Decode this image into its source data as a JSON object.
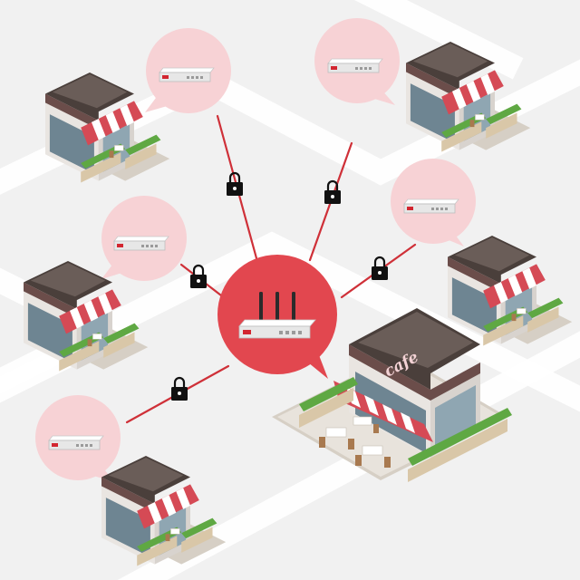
{
  "sign_text": "cafe",
  "colors": {
    "link_line": "#cf3038",
    "hub_bubble": "#e2474f",
    "remote_bubble": "#f7d2d5",
    "awning_red": "#d54a55",
    "lock": "#111111"
  },
  "icons": {
    "secure_link": "padlock-icon",
    "device": "firewall-appliance-icon",
    "site": "cafe-storefront-icon"
  },
  "counts": {
    "remote_sites": 5,
    "secure_links": 5
  }
}
